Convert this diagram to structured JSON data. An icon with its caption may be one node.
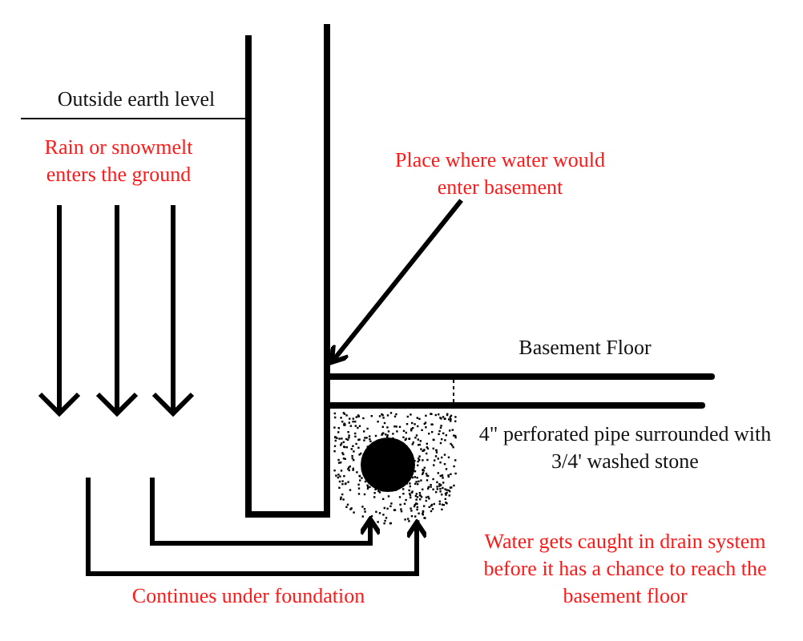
{
  "diagram": {
    "nodes": [
      {
        "text": [
          "Place where water would enter basement"
        ]
      },
      {
        "text": [],
        "shape": "box"
      }
    ],
    "edges": [
      {
        "from": 0,
        "to": 1,
        "arrow": "to"
      }
    ],
    "labels": [
      "Outside earth level",
      "Rain or snowmelt enters the ground",
      "Basement Floor",
      "4\" perforated pipe surrounded with 3/4' washed stone",
      "Continues under foundation",
      "Water gets caught in drain system before it has a chance to reach the basement floor"
    ]
  }
}
